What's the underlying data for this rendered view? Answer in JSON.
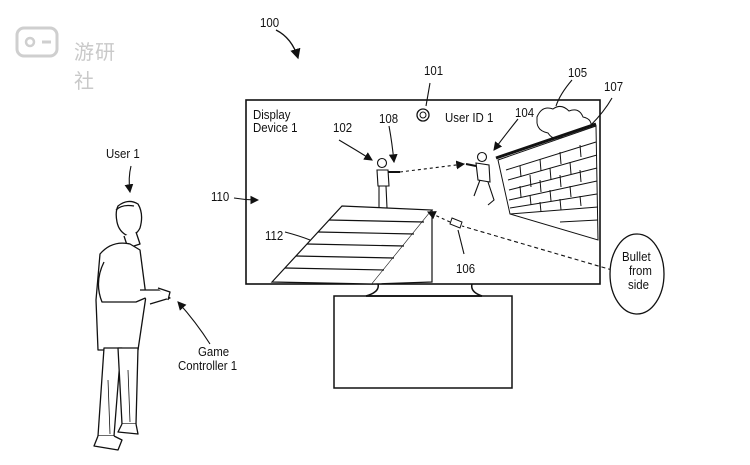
{
  "watermark": {
    "text": "游研社"
  },
  "figure": {
    "ref_system": "100",
    "user_label": "User 1",
    "controller_label_line1": "Game",
    "controller_label_line2": "Controller 1",
    "display_label_line1": "Display",
    "display_label_line2": "Device 1",
    "ref_display": "110",
    "ref_indicator": "101",
    "user_id_label": "User ID 1",
    "ref_player_avatar": "102",
    "ref_shot_path": "108",
    "ref_enemy_avatar": "104",
    "ref_smoke": "105",
    "ref_wall": "107",
    "ref_ramp": "112",
    "ref_bullet": "106",
    "bullet_note_line1": "Bullet",
    "bullet_note_line2": "from",
    "bullet_note_line3": "side"
  }
}
